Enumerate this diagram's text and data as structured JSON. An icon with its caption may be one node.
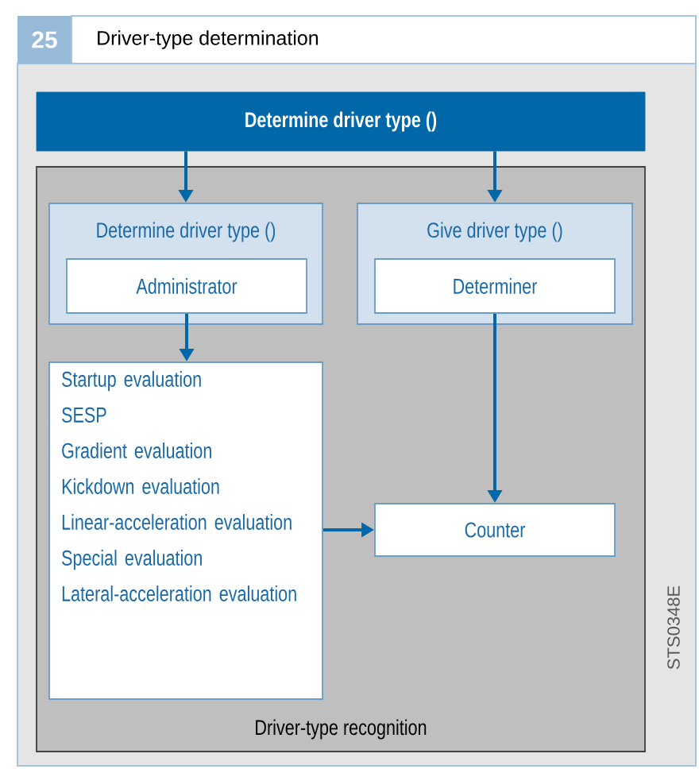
{
  "diagram": {
    "title": "Driver-type determination",
    "nodes": [
      {
        "text": [
          "Determine driver type ()"
        ]
      },
      {
        "text": [
          "Driver-type recognition"
        ]
      },
      {
        "text": [
          "Determine driver type ()"
        ],
        "in": 1
      },
      {
        "text": [
          "Administrator"
        ],
        "in": 2
      },
      {
        "text": [
          "Give driver type ()"
        ],
        "in": 1
      },
      {
        "text": [
          "Determiner"
        ],
        "in": 4
      },
      {
        "text": [
          "Startup evaluation",
          "SESP",
          "Gradient evaluation",
          "Kickdown evaluation",
          "Linear-acceleration evaluation",
          "Special evaluation",
          "Lateral-acceleration evaluation"
        ],
        "in": 1
      },
      {
        "text": [
          "Counter"
        ],
        "in": 1
      }
    ],
    "edges": [
      {
        "from": 0,
        "to": 2,
        "arrow": "to"
      },
      {
        "from": 0,
        "to": 4,
        "arrow": "to"
      },
      {
        "from": 3,
        "to": 6,
        "arrow": "to"
      },
      {
        "from": 5,
        "to": 7,
        "arrow": "to"
      },
      {
        "from": 6,
        "to": 7,
        "arrow": "to"
      }
    ],
    "labels": [
      "25",
      "STS0348E"
    ]
  }
}
